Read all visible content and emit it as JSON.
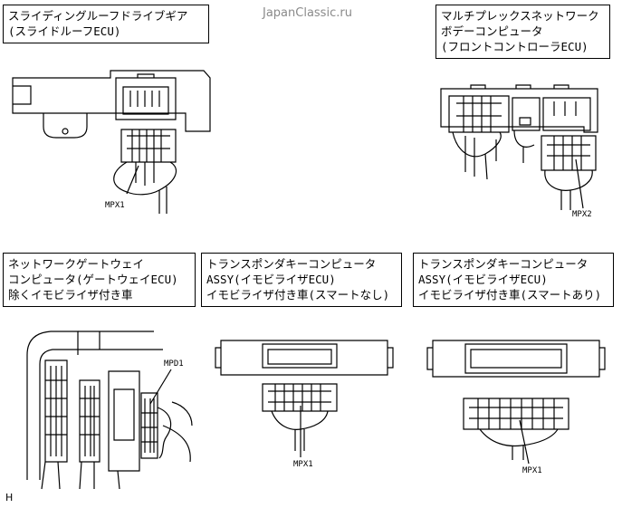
{
  "watermark": "JapanClassic.ru",
  "figure_code": "H",
  "panels": {
    "p1": {
      "title_lines": [
        "スライディングルーフドライブギア",
        "(スライドルーフECU)"
      ],
      "connector": "MPX1"
    },
    "p2": {
      "title_lines": [
        "マルチプレックスネットワーク",
        "ボデーコンピュータ",
        "(フロントコントローラECU)"
      ],
      "connector": "MPX2"
    },
    "p3": {
      "title_lines": [
        "ネットワークゲートウェイ",
        "コンピュータ(ゲートウェイECU)",
        "除くイモビライザ付き車"
      ],
      "connector": "MPD1"
    },
    "p4": {
      "title_lines": [
        "トランスポンダキーコンピュータ",
        "ASSY(イモビライザECU)",
        "イモビライザ付き車(スマートなし)"
      ],
      "connector": "MPX1"
    },
    "p5": {
      "title_lines": [
        "トランスポンダキーコンピュータ",
        "ASSY(イモビライザECU)",
        "イモビライザ付き車(スマートあり)"
      ],
      "connector": "MPX1"
    }
  }
}
